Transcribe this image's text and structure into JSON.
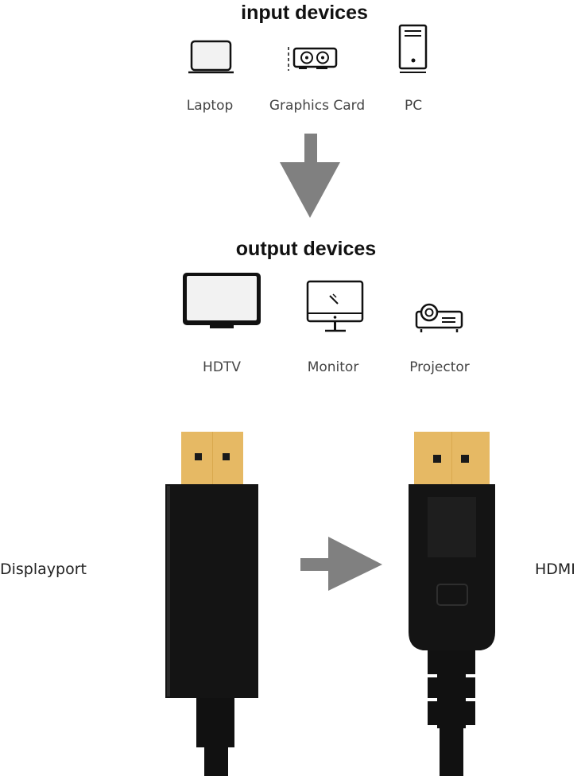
{
  "input_section": {
    "title": "input devices",
    "devices": [
      {
        "label": "Laptop",
        "icon": "laptop-icon"
      },
      {
        "label": "Graphics Card",
        "icon": "graphics-card-icon"
      },
      {
        "label": "PC",
        "icon": "pc-tower-icon"
      }
    ]
  },
  "output_section": {
    "title": "output devices",
    "devices": [
      {
        "label": "HDTV",
        "icon": "tv-icon"
      },
      {
        "label": "Monitor",
        "icon": "monitor-icon"
      },
      {
        "label": "Projector",
        "icon": "projector-icon"
      }
    ]
  },
  "cable": {
    "left_label": "Displayport",
    "right_label": "HDMI"
  },
  "colors": {
    "arrow": "#808080",
    "gold": "#e6b964",
    "plug": "#111111"
  }
}
